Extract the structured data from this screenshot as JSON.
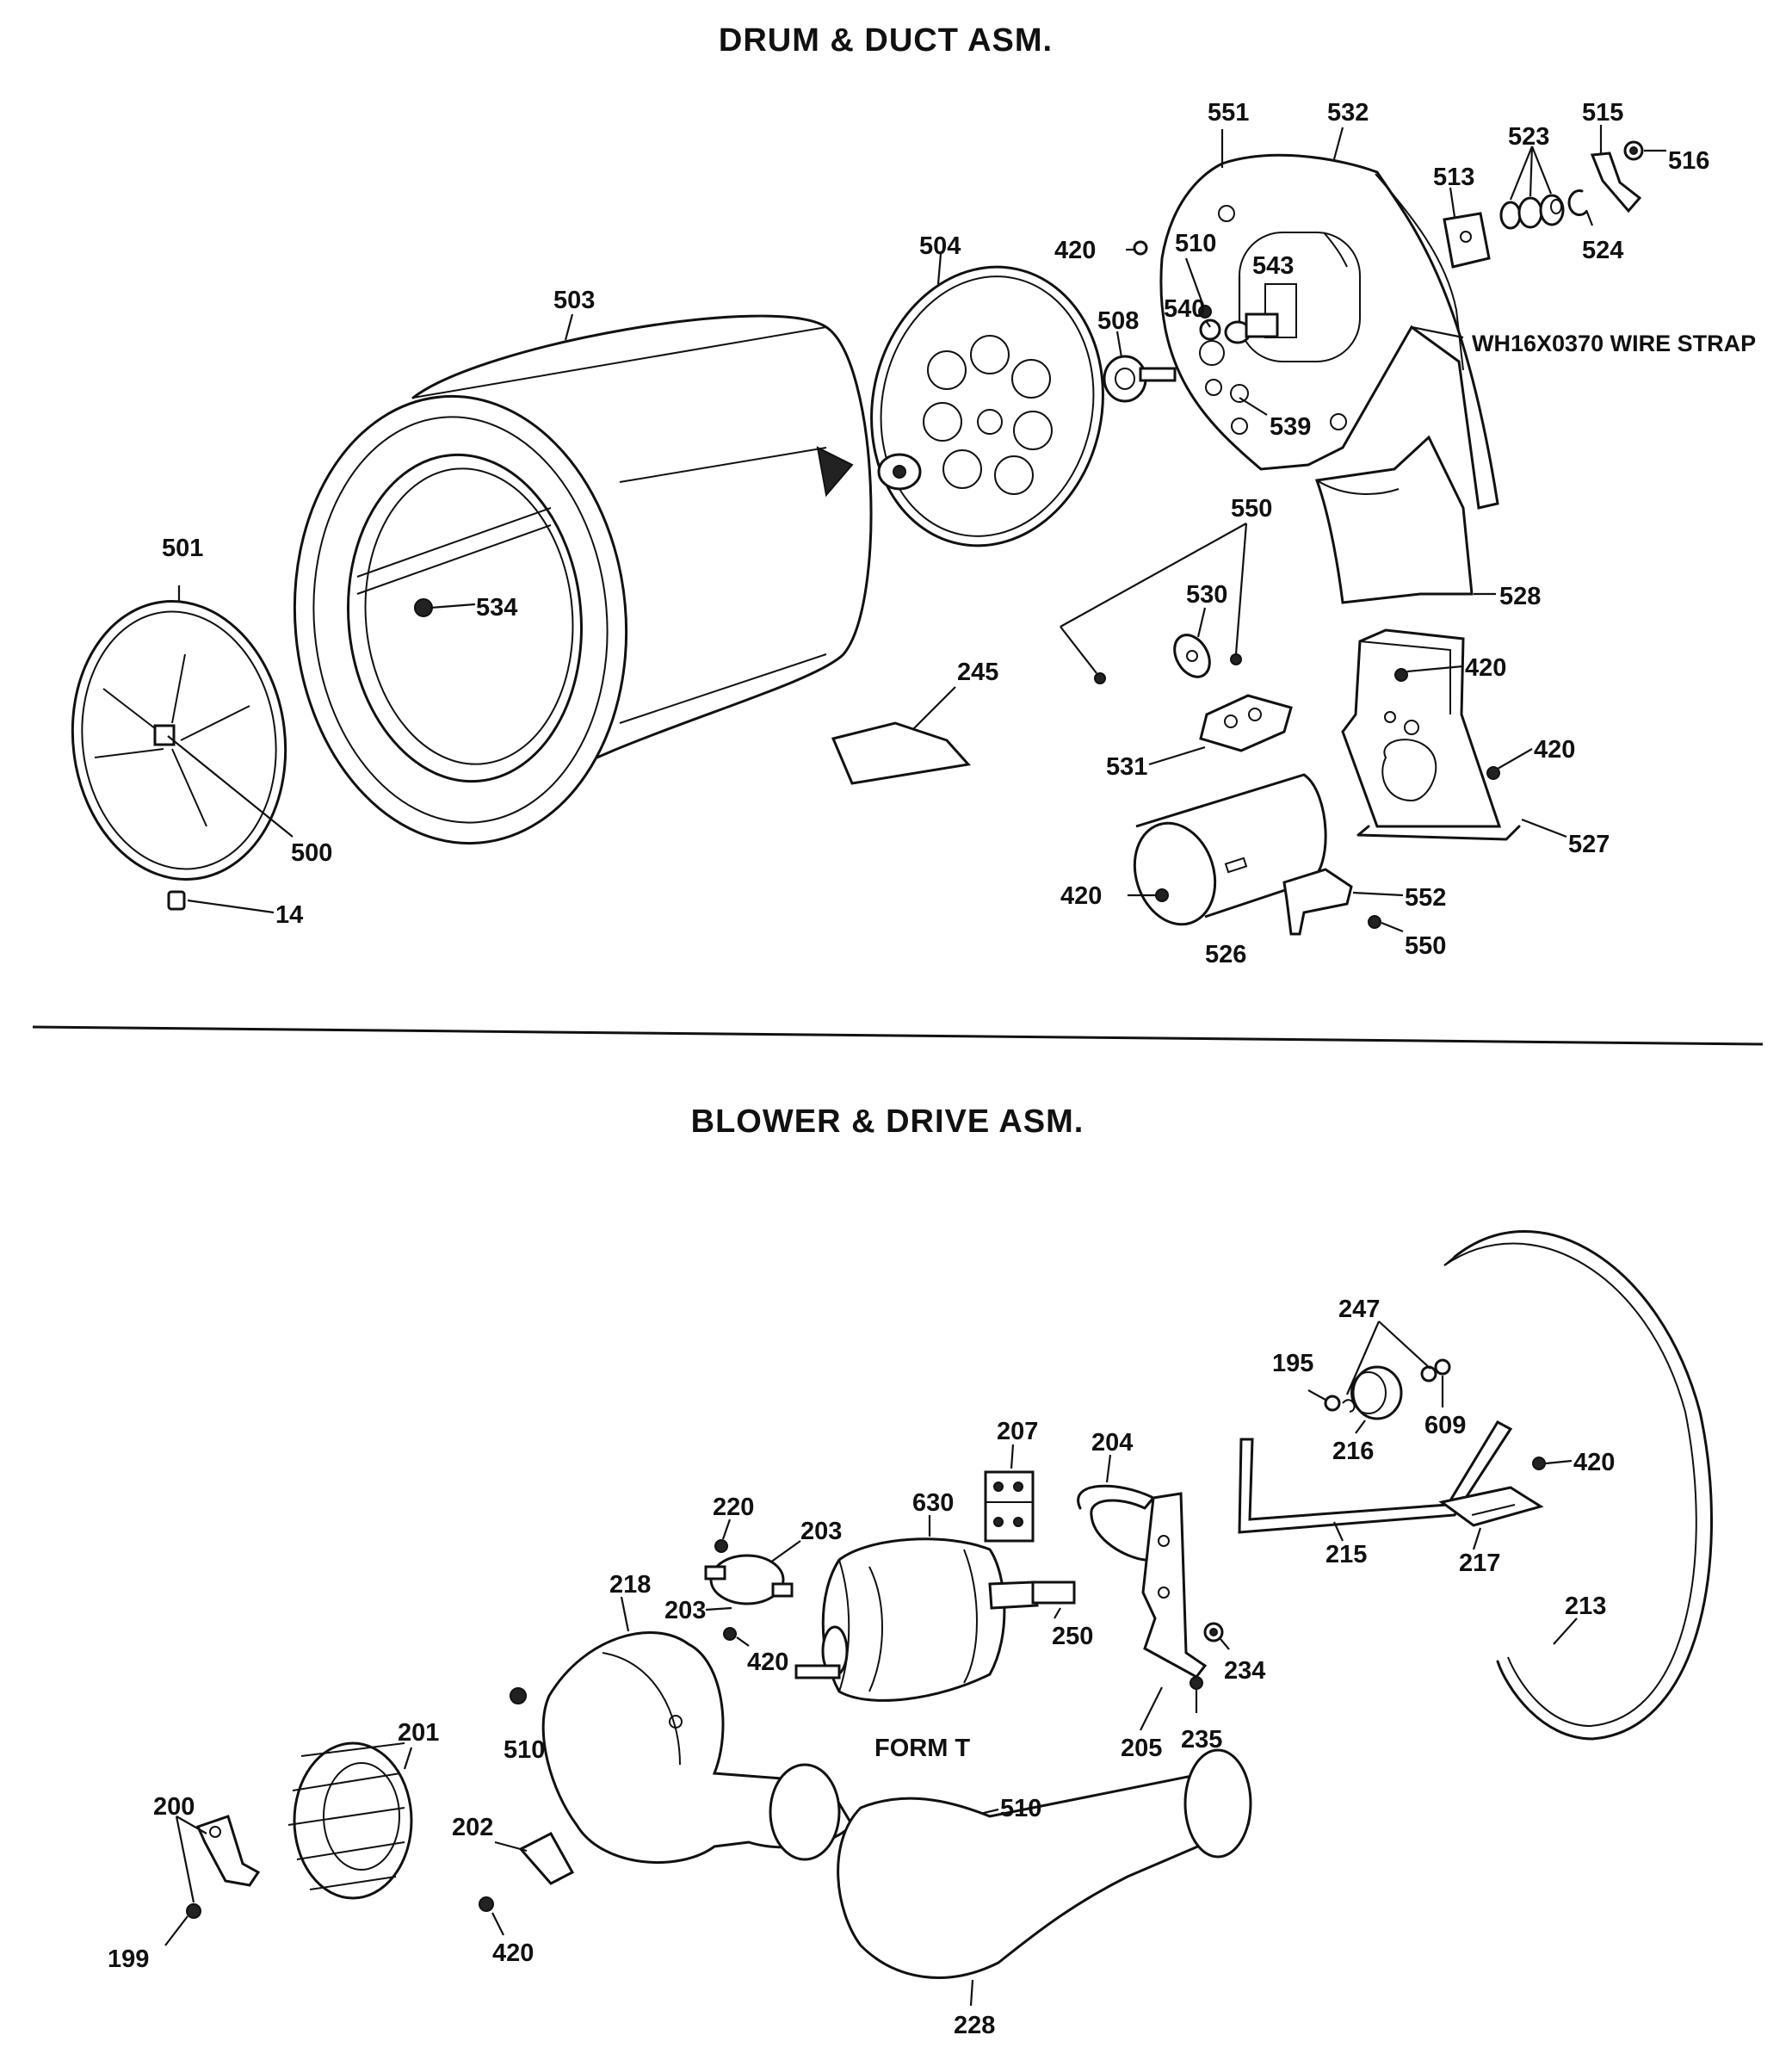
{
  "titles": {
    "top": "DRUM & DUCT ASM.",
    "bottom": "BLOWER & DRIVE ASM."
  },
  "callouts_top": {
    "c551": "551",
    "c532": "532",
    "c515": "515",
    "c516": "516",
    "c523": "523",
    "c513": "513",
    "c524": "524",
    "c420a": "420",
    "c510": "510",
    "c543": "543",
    "c504": "504",
    "c503": "503",
    "c508": "508",
    "c540": "540",
    "c539": "539",
    "wire_strap": "WH16X0370 WIRE STRAP",
    "c550a": "550",
    "c530": "530",
    "c528": "528",
    "c501": "501",
    "c534": "534",
    "c245": "245",
    "c420b": "420",
    "c531": "531",
    "c420c": "420",
    "c527": "527",
    "c500": "500",
    "c14": "14",
    "c420d": "420",
    "c552": "552",
    "c550b": "550",
    "c526": "526"
  },
  "callouts_bottom": {
    "c247": "247",
    "c195": "195",
    "c609": "609",
    "c216": "216",
    "c207": "207",
    "c204": "204",
    "c630": "630",
    "c220": "220",
    "c203a": "203",
    "c420e": "420",
    "c215": "215",
    "c217": "217",
    "c218": "218",
    "c203b": "203",
    "c420f": "420",
    "c250": "250",
    "c213": "213",
    "c234": "234",
    "form_t": "FORM T",
    "c510b": "510",
    "c201": "201",
    "c205": "205",
    "c235": "235",
    "c200": "200",
    "c202": "202",
    "c510c": "510",
    "c199": "199",
    "c420g": "420",
    "c228": "228"
  }
}
